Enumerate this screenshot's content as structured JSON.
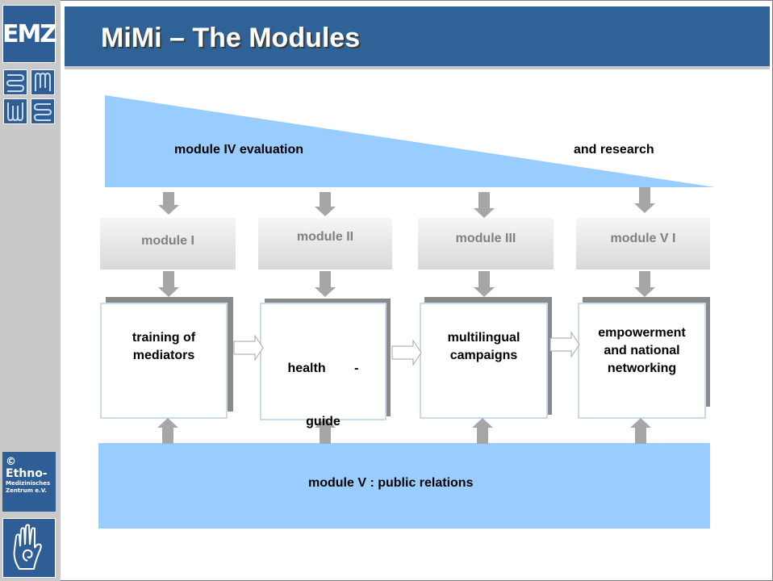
{
  "sidebar": {
    "logo_text": "EMZ",
    "ethno_copyright": "©",
    "ethno_name": "Ethno-",
    "ethno_line1": "Medizinisches",
    "ethno_line2": "Zentrum e.V."
  },
  "header": {
    "title": "MiMi – The Modules"
  },
  "diagram": {
    "top_band": {
      "left_text": "module IV  evaluation",
      "right_text": "and research"
    },
    "modules": [
      {
        "label": "module I",
        "box_line1": "training of",
        "box_line2": "mediators",
        "box_line3": ""
      },
      {
        "label": "module II",
        "box_line1": "health        -",
        "box_line2": "guide",
        "box_line3": ""
      },
      {
        "label": "module III",
        "box_line1": "multilingual",
        "box_line2": "campaigns",
        "box_line3": ""
      },
      {
        "label": "module V I",
        "box_line1": "empowerment",
        "box_line2": "and national",
        "box_line3": "networking"
      }
    ],
    "bottom_band": {
      "text": "module V :  public relations"
    }
  },
  "colors": {
    "header_blue": "#2f6297",
    "band_light_blue": "#99ccff",
    "box_border": "#c8dcec",
    "box_shadow": "#8a8a8a",
    "arrow_gray": "#a6a6a6",
    "sidebar_gray": "#c9c9c9"
  }
}
